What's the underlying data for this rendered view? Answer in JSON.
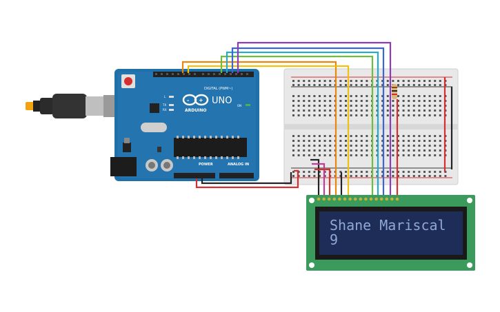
{
  "arduino": {
    "brand": "ARDUINO",
    "model": "UNO",
    "digital_header": "DIGITAL (PWM~)",
    "power_header": "POWER",
    "analog_header": "ANALOG IN",
    "on_label": "ON",
    "tx_label": "TX",
    "rx_label": "RX",
    "l_label": "L"
  },
  "lcd": {
    "line1": "Shane Mariscal",
    "line2": "9",
    "background_color": "#1e2d57",
    "text_color": "#8fa8d8",
    "pcb_color": "#3a9b5c"
  },
  "wires": {
    "colors": [
      "#e8860f",
      "#f2c10f",
      "#6bbf3a",
      "#2aa8c9",
      "#3b64d4",
      "#8a3bb5",
      "#d42a2a",
      "#222222",
      "#c23b9a"
    ]
  }
}
